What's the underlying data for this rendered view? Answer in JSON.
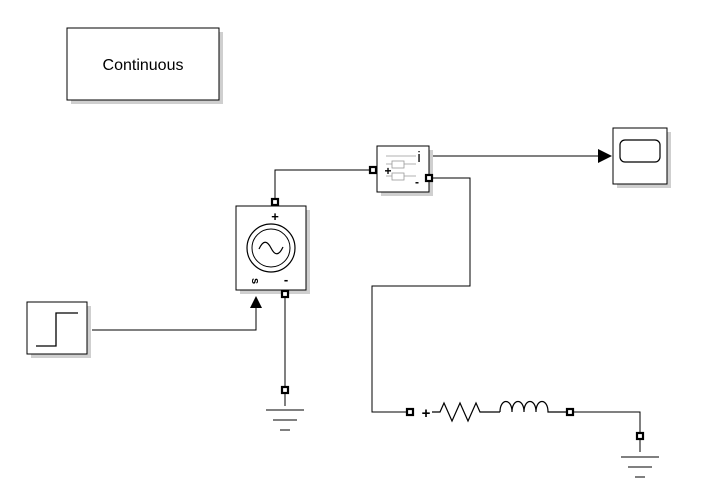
{
  "solver_block": {
    "label": "Continuous",
    "color": "#0000cc"
  },
  "current_measurement": {
    "plus": "+",
    "minus": "-",
    "measure": "i"
  },
  "voltage_source": {
    "plus": "+",
    "minus": "-",
    "signal": "s"
  },
  "rlc_branch": {
    "polarity": "+",
    "polarity_color": "#cc0000"
  },
  "icons": [
    "step-icon",
    "ac-source-icon",
    "current-meter-icon",
    "scope-icon",
    "resistor-icon",
    "inductor-icon",
    "ground-icon"
  ]
}
